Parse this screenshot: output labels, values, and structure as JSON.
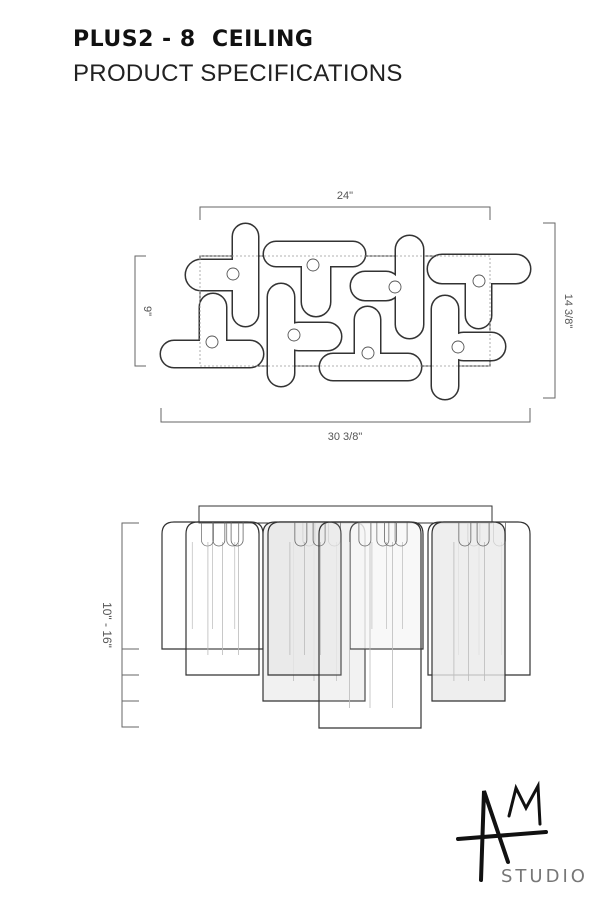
{
  "header": {
    "title": "PLUS2 - 8  CEILING",
    "subtitle": "PRODUCT SPECIFICATIONS"
  },
  "top_view": {
    "canopy_width": "24\"",
    "canopy_depth": "9\"",
    "overall_depth": "14 3/8\"",
    "overall_width": "30 3/8\""
  },
  "side_view": {
    "height_range": "10\" - 16\""
  },
  "logo": {
    "mark": "AM",
    "text": "STUDIO"
  }
}
